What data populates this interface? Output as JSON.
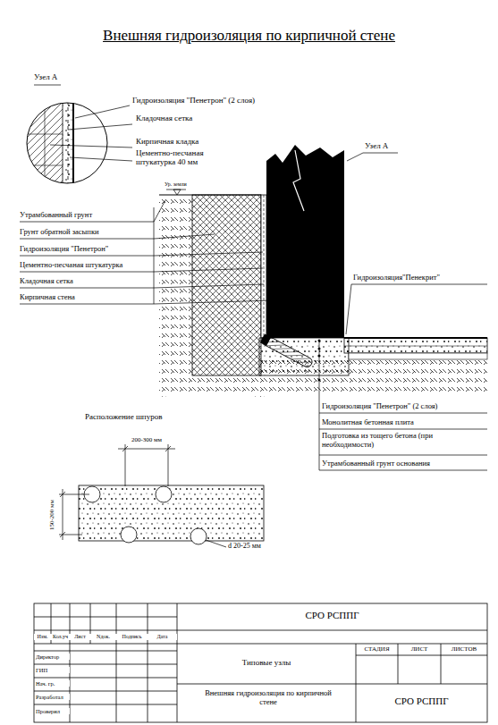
{
  "diagram": {
    "title": "Внешняя гидроизоляция по кирпичной стене",
    "labels": [
      "Узел А",
      "Гидроизоляция \"Пенетрон\" (2 слоя)",
      "Кладочная сетка",
      "Кирпичная кладка",
      "Цементно-песчаная штукатурка 40 мм",
      "Ур. земли",
      "Узел А",
      "Утрамбованный грунт",
      "Грунт обратной засыпки",
      "Гидроизоляция \"Пенетрон\"",
      "Цементно-песчаная штукатурка",
      "Кладочная сетка",
      "Кирпичная стена",
      "Гидроизоляция\"Пенекрит\"",
      "Гидроизоляция \"Пенетрон\" (2 слоя)",
      "Монолитная бетонная плита",
      "Подготовка из тощего бетона (при необходимости)",
      "Утрамбованный грунт основания",
      "Расположение шпуров",
      "200-300 мм",
      "150-200 мм",
      "d 20-25 мм",
      "СРО РСППГ",
      "Изм.",
      "Кол.уч",
      "Лист",
      "Nдок.",
      "Подпись",
      "Дата",
      "Директор",
      "ГИП",
      "Нач. гр.",
      "Разработал",
      "Проверил",
      "Типовые узлы",
      "СТАДИЯ",
      "ЛИСТ",
      "ЛИСТОВ",
      "Внешняя гидроизоляция по кирпичной стене",
      "СРО РСППГ"
    ]
  }
}
